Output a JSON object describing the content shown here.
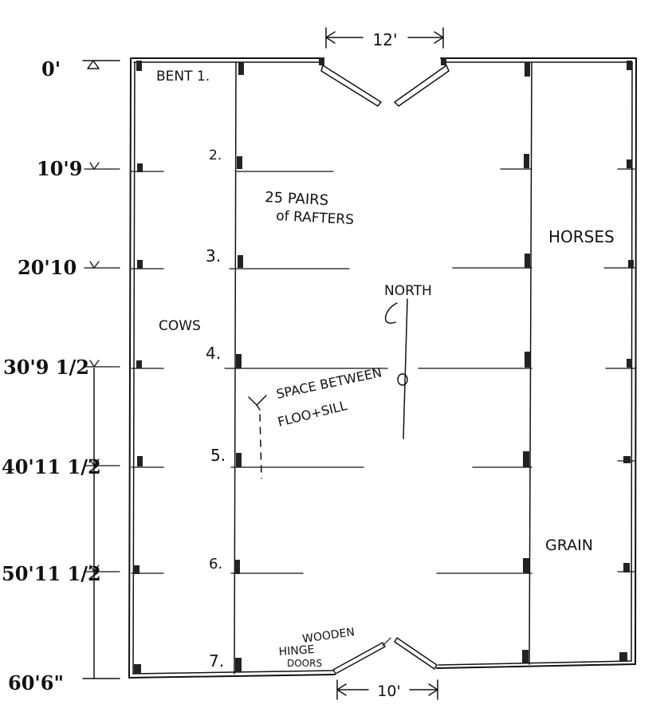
{
  "dimensions": {
    "top_door_width": "12'",
    "bottom_door_width": "10'"
  },
  "stations": [
    {
      "label": "0'"
    },
    {
      "label": "10'9"
    },
    {
      "label": "20'10"
    },
    {
      "label": "30'9 1/2"
    },
    {
      "label": "40'11 1/2"
    },
    {
      "label": "50'11 1/2"
    },
    {
      "label": "60'6\""
    }
  ],
  "bents": [
    {
      "label": "BENT 1."
    },
    {
      "label": "2."
    },
    {
      "label": "3."
    },
    {
      "label": "4."
    },
    {
      "label": "5."
    },
    {
      "label": "6."
    },
    {
      "label": "7."
    }
  ],
  "areas": {
    "horses": "HORSES",
    "cows": "COWS",
    "grain": "GRAIN"
  },
  "notes": {
    "rafters_line1": "25 PAIRS",
    "rafters_line2": "of RAFTERS",
    "north": "NORTH",
    "space_line1": "SPACE BETWEEN",
    "space_line2": "FLOO+SILL",
    "doors_line1": "WOODEN",
    "doors_line2": "HINGE",
    "doors_line3": "DOORS"
  }
}
